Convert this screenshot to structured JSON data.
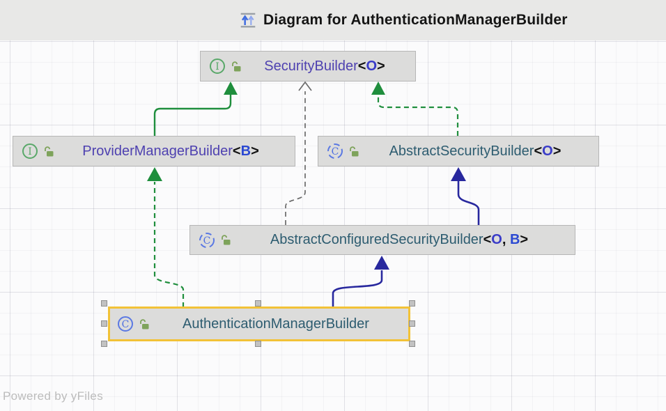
{
  "header": {
    "title": "Diagram for AuthenticationManagerBuilder",
    "icon": "show-parents-diagram-icon"
  },
  "footer": {
    "watermark": "Powered by yFiles"
  },
  "colors": {
    "header_bg": "#e8e8e7",
    "node_bg": "#dcdcdb",
    "node_border": "#b6b6b6",
    "selection_border": "#f2c237",
    "interface_name": "#4e41b0",
    "class_name": "#2d5c70",
    "type_param": "#2b49d2",
    "edge_green": "#1f8e3d",
    "edge_navy": "#28289e",
    "edge_gray": "#6a6a6a",
    "interface_icon_green": "#59a869",
    "class_icon_blue": "#5b79e3",
    "lock_green": "#7ea35b"
  },
  "diagram": {
    "nodes": [
      {
        "name": "SecurityBuilder",
        "kind": "interface",
        "visibility": "public",
        "gen_open": "<",
        "param1": "O",
        "gen_close": ">"
      },
      {
        "name": "ProviderManagerBuilder",
        "kind": "interface",
        "visibility": "public",
        "gen_open": "<",
        "param1": "B",
        "gen_close": ">"
      },
      {
        "name": "AbstractSecurityBuilder",
        "kind": "abstract-class",
        "visibility": "public",
        "gen_open": "<",
        "param1": "O",
        "gen_close": ">"
      },
      {
        "name": "AbstractConfiguredSecurityBuilder",
        "kind": "abstract-class",
        "visibility": "public",
        "gen_open": "<",
        "param1": "O",
        "gen_sep": ", ",
        "param2": "B",
        "gen_close": ">"
      },
      {
        "name": "AuthenticationManagerBuilder",
        "kind": "class",
        "visibility": "public",
        "selected": true
      }
    ],
    "edges": [
      {
        "from": "ProviderManagerBuilder",
        "to": "SecurityBuilder",
        "relation": "extends",
        "line": "solid",
        "arrowhead": "filled",
        "color": "#1f8e3d"
      },
      {
        "from": "AbstractSecurityBuilder",
        "to": "SecurityBuilder",
        "relation": "implements",
        "line": "dashed",
        "arrowhead": "filled",
        "color": "#1f8e3d"
      },
      {
        "from": "AbstractConfiguredSecurityBuilder",
        "to": "SecurityBuilder",
        "relation": "implements",
        "line": "dashed",
        "arrowhead": "open",
        "color": "#6a6a6a"
      },
      {
        "from": "AbstractConfiguredSecurityBuilder",
        "to": "AbstractSecurityBuilder",
        "relation": "extends",
        "line": "solid",
        "arrowhead": "filled",
        "color": "#28289e"
      },
      {
        "from": "AuthenticationManagerBuilder",
        "to": "ProviderManagerBuilder",
        "relation": "implements",
        "line": "dashed",
        "arrowhead": "filled",
        "color": "#1f8e3d"
      },
      {
        "from": "AuthenticationManagerBuilder",
        "to": "AbstractConfiguredSecurityBuilder",
        "relation": "extends",
        "line": "solid",
        "arrowhead": "filled",
        "color": "#28289e"
      }
    ]
  }
}
